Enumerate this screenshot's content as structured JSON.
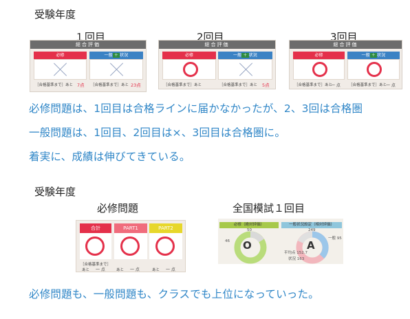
{
  "section1": {
    "heading": "受験年度",
    "labels": [
      "１回目",
      "2回目",
      "3回目"
    ]
  },
  "cards": {
    "header": "総合評価",
    "hissu": "必修",
    "ippan_prefix": "一般",
    "ippan_mid": "＋",
    "ippan_suffix": "状況",
    "footnote": "［合格基準まで］あと",
    "card1": {
      "left_pts": "7点",
      "right_pts": "23点"
    },
    "card2": {
      "right_pts": "5点"
    },
    "card3": {
      "dash_left": "一 点",
      "dash_right": "一 点"
    }
  },
  "text": {
    "line1": "必修問題は、1回目は合格ラインに届かなかったが、2、3回は合格圏",
    "line2": "一般問題は、1回目、2回目は×、3回目は合格圏に。",
    "line3": "着実に、成績は伸びてきている。",
    "line4": "必修問題も、一般問題も、クラスでも上位になっていった。"
  },
  "section2": {
    "heading": "受験年度",
    "label_left": "必修問題",
    "label_right": "全国模試１回目",
    "hcard": {
      "seg1": "合計",
      "seg2": "PART1",
      "seg3": "PART2",
      "footnote": "［合格基準まで］",
      "ato": "あと",
      "dash": "一 点"
    },
    "mock": {
      "left_head": "必修（絶対評価）",
      "right_head": "一般状況設定（相対評価）",
      "left_top": "50",
      "left_side": "46",
      "left_grade": "O",
      "right_top": "249",
      "right_grade": "A",
      "right_ippan": "一般 95",
      "right_avg": "平均点 152.7",
      "right_jokyo": "状況 163"
    }
  },
  "colors": {
    "accent_blue": "#2f86c7",
    "red": "#e4304a",
    "green": "#a7c94a"
  }
}
